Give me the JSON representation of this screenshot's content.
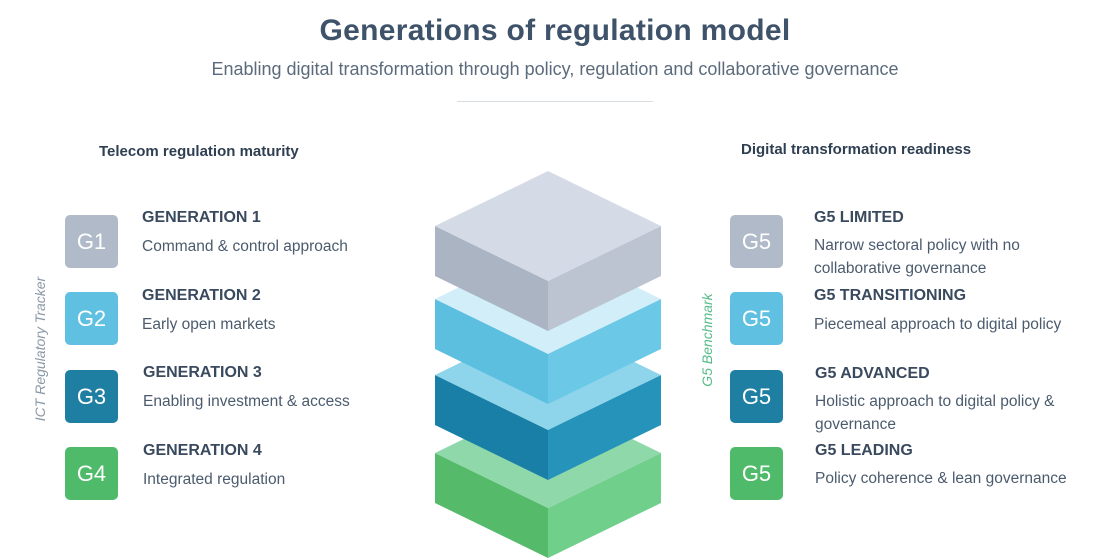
{
  "header": {
    "title": "Generations of regulation model",
    "subtitle": "Enabling digital transformation through policy, regulation and collaborative governance"
  },
  "left": {
    "heading": "Telecom regulation maturity",
    "axis_label": "ICT Regulatory Tracker",
    "axis_color": "#8a97a5",
    "items": [
      {
        "badge": "G1",
        "title": "GENERATION 1",
        "desc": "Command & control approach",
        "color": "#b0bac8"
      },
      {
        "badge": "G2",
        "title": "GENERATION 2",
        "desc": "Early open markets",
        "color": "#5fc0e2"
      },
      {
        "badge": "G3",
        "title": "GENERATION 3",
        "desc": "Enabling investment & access",
        "color": "#1f7fa3"
      },
      {
        "badge": "G4",
        "title": "GENERATION 4",
        "desc": "Integrated regulation",
        "color": "#4fbb6a"
      }
    ]
  },
  "right": {
    "heading": "Digital transformation readiness",
    "axis_label": "G5 Benchmark",
    "axis_color": "#55bb88",
    "items": [
      {
        "badge": "G5",
        "title": "G5 LIMITED",
        "desc": "Narrow sectoral policy with no collaborative governance",
        "color": "#b0bac8"
      },
      {
        "badge": "G5",
        "title": "G5 TRANSITIONING",
        "desc": "Piecemeal approach to digital policy",
        "color": "#5fc0e2"
      },
      {
        "badge": "G5",
        "title": "G5 ADVANCED",
        "desc": "Holistic approach to digital policy & governance",
        "color": "#1f7fa3"
      },
      {
        "badge": "G5",
        "title": "G5 LEADING",
        "desc": "Policy coherence & lean governance",
        "color": "#4fbb6a"
      }
    ]
  },
  "stack": {
    "layers": [
      {
        "top": "#8fd8aa",
        "left": "#55bb6b",
        "right": "#6fcf8b"
      },
      {
        "top": "#8ed4ea",
        "left": "#1a7fa6",
        "right": "#2593ba"
      },
      {
        "top": "#d2eef8",
        "left": "#5cbfe0",
        "right": "#6bc8e6"
      },
      {
        "top": "#d5dbe6",
        "left": "#aab4c3",
        "right": "#bcc4d1"
      }
    ]
  }
}
